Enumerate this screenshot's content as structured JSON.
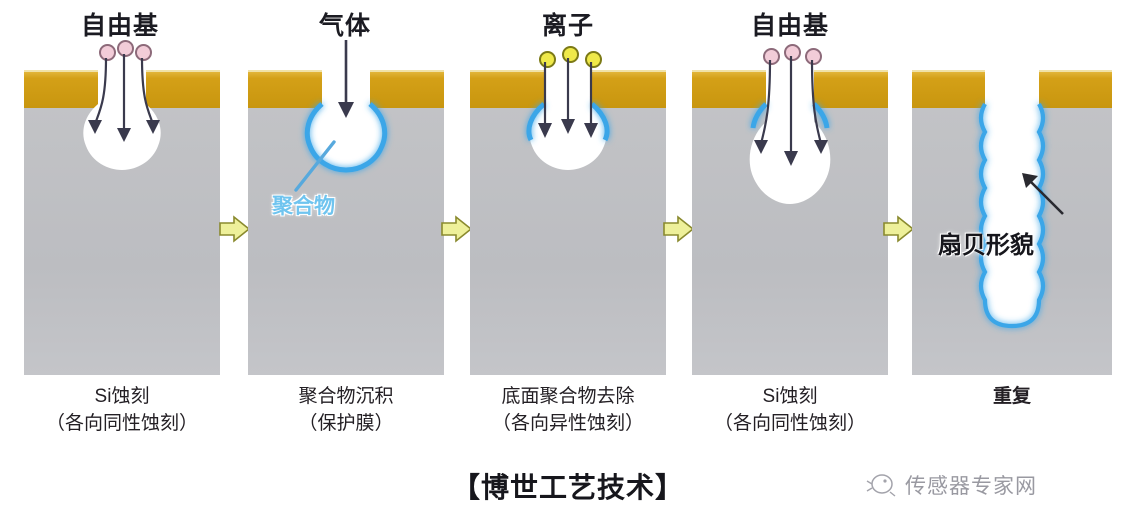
{
  "title": "【博世工艺技术】",
  "watermark": {
    "text": "传感器专家网",
    "icon": "bird-logo-icon"
  },
  "colors": {
    "mask_gold": "#d4a017",
    "silicon_gray": "#c2c3c6",
    "polymer_blue": "#3aa6e8",
    "radical_pink": "#f2ccd8",
    "ion_yellow": "#efe94a",
    "arrow_dark": "#3a3a4d",
    "transition_arrow": "#eef09a",
    "background": "#ffffff"
  },
  "panels": [
    {
      "header": "自由基",
      "particle_type": "radical",
      "caption_line1": "Si蚀刻",
      "caption_line2": "（各向同性蚀刻）"
    },
    {
      "header": "气体",
      "particle_type": "gas-arrow",
      "caption_line1": "聚合物沉积",
      "caption_line2": "（保护膜）",
      "callout": "聚合物"
    },
    {
      "header": "离子",
      "particle_type": "ion",
      "caption_line1": "底面聚合物去除",
      "caption_line2": "（各向异性蚀刻）"
    },
    {
      "header": "自由基",
      "particle_type": "radical",
      "caption_line1": "Si蚀刻",
      "caption_line2": "（各向同性蚀刻）"
    },
    {
      "header": "",
      "particle_type": "none",
      "caption_line1": "重复",
      "caption_line2": "",
      "annotation": "扇贝形貌"
    }
  ],
  "transition_arrows": [
    {
      "label": "step-arrow-1-2"
    },
    {
      "label": "step-arrow-2-3"
    },
    {
      "label": "step-arrow-3-4"
    },
    {
      "label": "step-arrow-4-5"
    }
  ]
}
